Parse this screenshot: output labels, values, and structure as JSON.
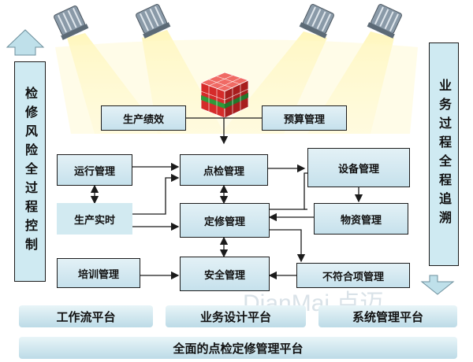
{
  "left_column": {
    "text": "检修风险全过程控制"
  },
  "right_column": {
    "text": "业务过程全程追溯"
  },
  "boxes": {
    "production_performance": "生产绩效",
    "budget_management": "预算管理",
    "operation_management": "运行管理",
    "spot_check_management": "点检管理",
    "equipment_management": "设备管理",
    "production_realtime": "生产实时",
    "scheduled_repair_management": "定修管理",
    "materials_management": "物资管理",
    "training_management": "培训管理",
    "safety_management": "安全管理",
    "nonconformity_management": "不符合项管理"
  },
  "platforms": {
    "workflow": "工作流平台",
    "business_design": "业务设计平台",
    "system_management": "系统管理平台",
    "overall": "全面的点检定修管理平台"
  },
  "watermark": "DianMai 点迈",
  "colors": {
    "box_fill": "#c6e1ec",
    "spotlight_beam": "#fff6b8",
    "cube_red": "#e0322f",
    "cube_green": "#2f9a3a"
  }
}
